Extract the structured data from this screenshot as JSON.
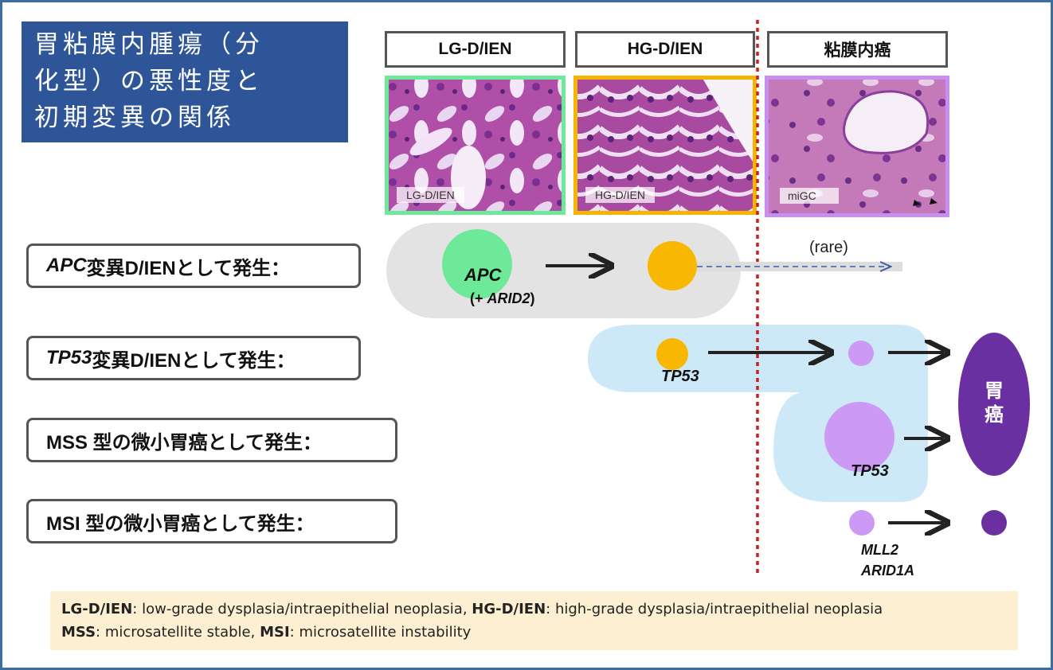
{
  "title": "胃粘膜内腫瘍（分\n化型）の悪性度と\n初期変異の関係",
  "stages": [
    {
      "header": "LG-D/IEN",
      "image_label": "LG-D/IEN",
      "border_color": "#6ee99a"
    },
    {
      "header": "HG-D/IEN",
      "image_label": "HG-D/IEN",
      "border_color": "#f5b400"
    },
    {
      "header": "粘膜内癌",
      "image_label": "miGC",
      "border_color": "#c88ef0"
    }
  ],
  "rows": [
    {
      "gene": "APC",
      "rest": " 変異D/IENとして発生："
    },
    {
      "gene": "TP53",
      "rest": " 変異D/IENとして発生："
    },
    {
      "gene": "",
      "rest": "MSS 型の微小胃癌として発生："
    },
    {
      "gene": "",
      "rest": "MSI 型の微小胃癌として発生："
    }
  ],
  "genes": {
    "apc": "APC",
    "arid2": "(+ ARID2)",
    "tp53_a": "TP53",
    "tp53_b": "TP53",
    "mll2": "MLL2",
    "arid1a": "ARID1A",
    "rare": "(rare)"
  },
  "cancer_label": "胃\n癌",
  "legend": {
    "line1": [
      {
        "term": "LG-D/IEN",
        "def": ": low-grade dysplasia/intraepithelial neoplasia, "
      },
      {
        "term": "HG-D/IEN",
        "def": ": high-grade dysplasia/intraepithelial neoplasia"
      }
    ],
    "line2": [
      {
        "term": "MSS",
        "def": ": microsatellite stable, "
      },
      {
        "term": "MSI",
        "def": ": microsatellite instability"
      }
    ]
  },
  "colors": {
    "title_bg": "#2e5597",
    "apc_circle": "#6ee99a",
    "hg_circle": "#f8b700",
    "light_purple": "#cc99f5",
    "dark_purple": "#6a2fa0",
    "grey_band": "#e3e3e3",
    "blue_band": "#cde9f8",
    "divider": "#cc1f1f",
    "legend_bg": "#fdf0d2"
  }
}
